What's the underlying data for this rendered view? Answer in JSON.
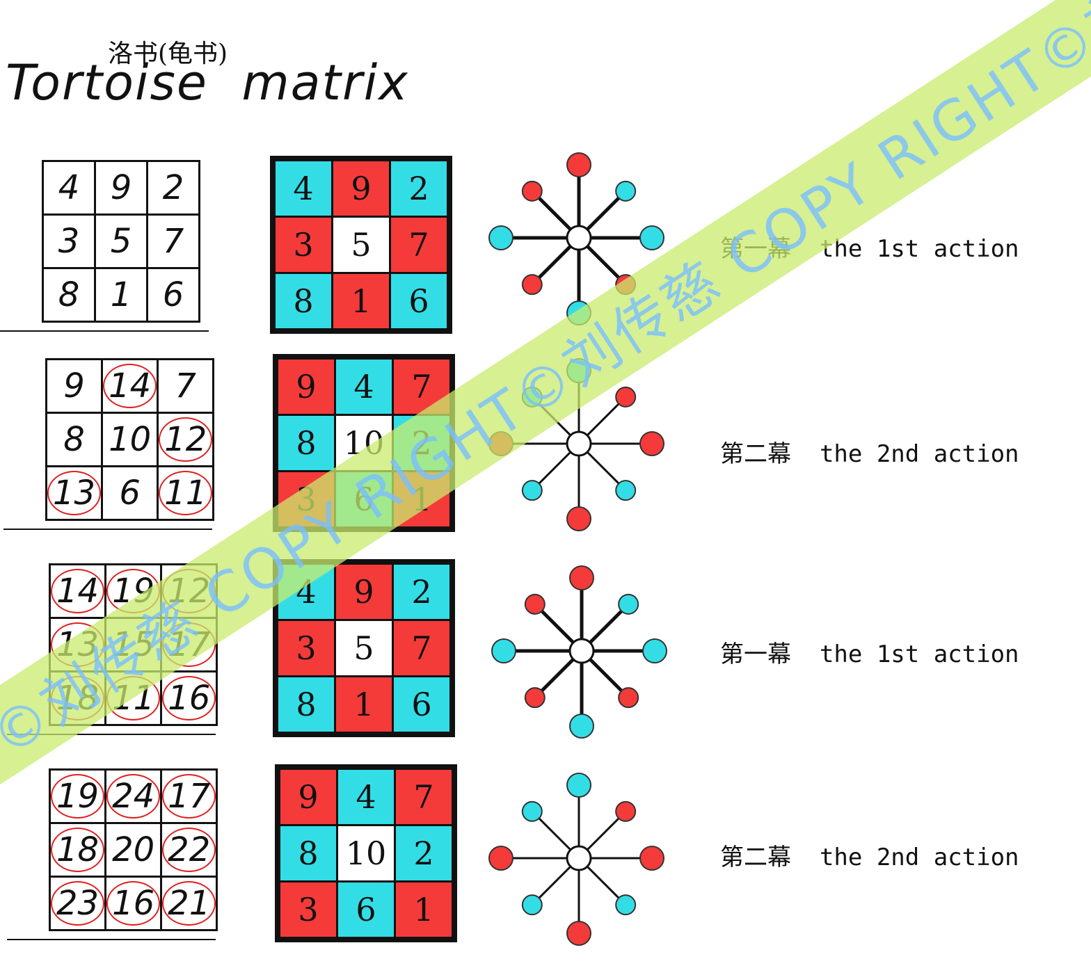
{
  "title_cn": "洛书(龟书)",
  "title_en": "Tortoise  matrix",
  "rows": [
    {
      "hand_grid": [
        [
          "4",
          "9",
          "2"
        ],
        [
          "3",
          "5",
          "7"
        ],
        [
          "8",
          "1",
          "6"
        ]
      ],
      "hand_circled": [
        [
          false,
          false,
          false
        ],
        [
          false,
          false,
          false
        ],
        [
          false,
          false,
          false
        ]
      ],
      "color_grid": [
        [
          "4",
          "9",
          "2"
        ],
        [
          "3",
          "5",
          "7"
        ],
        [
          "8",
          "1",
          "6"
        ]
      ],
      "color_cells": [
        [
          "cyan",
          "red",
          "cyan"
        ],
        [
          "red",
          "white",
          "red"
        ],
        [
          "cyan",
          "red",
          "cyan"
        ]
      ],
      "star_colors": [
        "red",
        "cyan",
        "cyan",
        "red",
        "cyan",
        "red",
        "cyan",
        "red"
      ],
      "caption_cn": "第一幕",
      "caption_en": "the 1st action"
    },
    {
      "hand_grid": [
        [
          "9",
          "14",
          "7"
        ],
        [
          "8",
          "10",
          "12"
        ],
        [
          "13",
          "6",
          "11"
        ]
      ],
      "hand_circled": [
        [
          false,
          true,
          false
        ],
        [
          false,
          false,
          true
        ],
        [
          true,
          false,
          true
        ]
      ],
      "color_grid": [
        [
          "9",
          "4",
          "7"
        ],
        [
          "8",
          "10",
          "2"
        ],
        [
          "3",
          "6",
          "1"
        ]
      ],
      "color_cells": [
        [
          "red",
          "cyan",
          "red"
        ],
        [
          "cyan",
          "white",
          "cyan"
        ],
        [
          "red",
          "cyan",
          "red"
        ]
      ],
      "star_colors": [
        "cyan",
        "red",
        "red",
        "cyan",
        "red",
        "cyan",
        "red",
        "cyan"
      ],
      "caption_cn": "第二幕",
      "caption_en": "the 2nd action"
    },
    {
      "hand_grid": [
        [
          "14",
          "19",
          "12"
        ],
        [
          "13",
          "15",
          "17"
        ],
        [
          "18",
          "11",
          "16"
        ]
      ],
      "hand_circled": [
        [
          true,
          true,
          true
        ],
        [
          true,
          false,
          true
        ],
        [
          true,
          true,
          true
        ]
      ],
      "color_grid": [
        [
          "4",
          "9",
          "2"
        ],
        [
          "3",
          "5",
          "7"
        ],
        [
          "8",
          "1",
          "6"
        ]
      ],
      "color_cells": [
        [
          "cyan",
          "red",
          "cyan"
        ],
        [
          "red",
          "white",
          "red"
        ],
        [
          "cyan",
          "red",
          "cyan"
        ]
      ],
      "star_colors": [
        "red",
        "cyan",
        "cyan",
        "red",
        "cyan",
        "red",
        "cyan",
        "red"
      ],
      "caption_cn": "第一幕",
      "caption_en": "the 1st action"
    },
    {
      "hand_grid": [
        [
          "19",
          "24",
          "17"
        ],
        [
          "18",
          "20",
          "22"
        ],
        [
          "23",
          "16",
          "21"
        ]
      ],
      "hand_circled": [
        [
          true,
          true,
          true
        ],
        [
          true,
          false,
          true
        ],
        [
          true,
          true,
          true
        ]
      ],
      "color_grid": [
        [
          "9",
          "4",
          "7"
        ],
        [
          "8",
          "10",
          "2"
        ],
        [
          "3",
          "6",
          "1"
        ]
      ],
      "color_cells": [
        [
          "red",
          "cyan",
          "red"
        ],
        [
          "cyan",
          "white",
          "cyan"
        ],
        [
          "red",
          "cyan",
          "red"
        ]
      ],
      "star_colors": [
        "cyan",
        "red",
        "red",
        "cyan",
        "red",
        "cyan",
        "red",
        "cyan"
      ],
      "caption_cn": "第二幕",
      "caption_en": "the 2nd action"
    }
  ],
  "watermark": "RIGHT©刘传慈   COPY RIGHT©刘传慈   COPY RIGHT©刘传慈",
  "colors": {
    "cyan": "#33dde6",
    "red": "#f53a3a",
    "white": "#ffffff",
    "ink": "#111111",
    "watermark_band": "#c8eb6e"
  }
}
